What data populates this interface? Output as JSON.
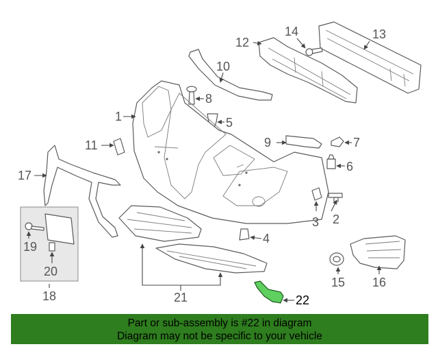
{
  "callouts": {
    "c1": "1",
    "c2": "2",
    "c3": "3",
    "c4": "4",
    "c5": "5",
    "c6": "6",
    "c7": "7",
    "c8": "8",
    "c9": "9",
    "c10": "10",
    "c11": "11",
    "c12": "12",
    "c13": "13",
    "c14": "14",
    "c15": "15",
    "c16": "16",
    "c17": "17",
    "c18": "18",
    "c19": "19",
    "c20": "20",
    "c21": "21",
    "c22": "22"
  },
  "highlight_part": "22",
  "banner": {
    "line1": "Part or sub-assembly is #22 in diagram",
    "line2": "Diagram may not be specific to your vehicle",
    "background_color": "#2e7d1e"
  },
  "colors": {
    "highlight": "#5fd05f",
    "line": "#5a5a5a"
  }
}
